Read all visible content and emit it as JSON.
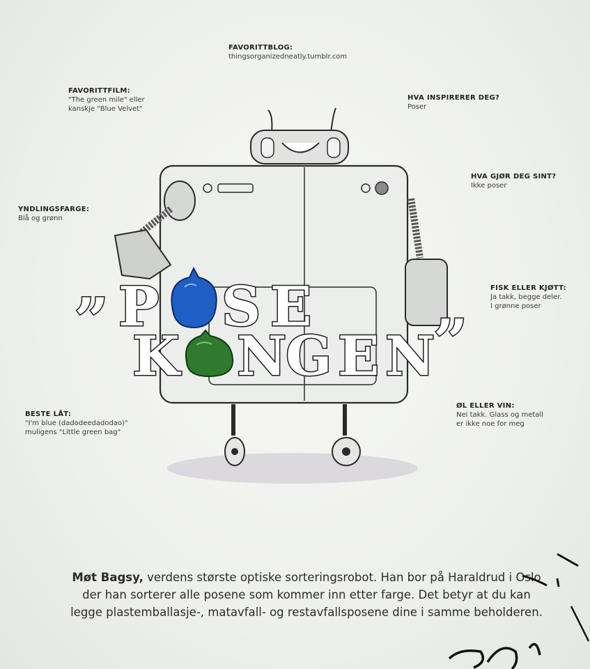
{
  "blog": {
    "question": "FAVORITTBLOG:",
    "answer": "thingsorganizedneatly.tumblr.com"
  },
  "film": {
    "question": "FAVORITTFILM:",
    "answer_line1": "\"The green mile\" eller",
    "answer_line2": "kanskje \"Blue Velvet\""
  },
  "inspire": {
    "question": "HVA INSPIRERER DEG?",
    "answer": "Poser"
  },
  "angry": {
    "question": "HVA GJØR DEG SINT?",
    "answer": "Ikke poser"
  },
  "color": {
    "question": "YNDLINGSFARGE:",
    "answer": "Blå og grønn"
  },
  "fish": {
    "question": "FISK ELLER KJØTT:",
    "answer_line1": "Ja takk, begge deler.",
    "answer_line2": "I grønne poser"
  },
  "song": {
    "question": "BESTE LÅT:",
    "answer_line1": "\"I'm blue (dadodeedadodao)\"",
    "answer_line2": "muligens \"Little green bag\""
  },
  "drink": {
    "question": "ØL ELLER VIN:",
    "answer_line1": "Nei takk. Glass og metall",
    "answer_line2": "er ikke noe for meg"
  },
  "title": {
    "open_quote": "„",
    "line1": [
      "P",
      "S",
      "E"
    ],
    "line2": [
      "K",
      "N",
      "G",
      "E",
      "N"
    ],
    "close_quote": "”"
  },
  "caption": {
    "bold": "Møt Bagsy,",
    "rest": " verdens største optiske sorteringsrobot. Han bor på Haraldrud i Oslo der han sorterer alle posene som kommer inn etter farge. Det betyr at du kan legge plastemballasje-, matavfall- og restavfallsposene dine i samme beholderen."
  },
  "colors": {
    "blue_bag": "#1f5fc4",
    "green_bag": "#2e7a2e",
    "ink": "#2a2a2a",
    "robot_gray": "#d9dbd9"
  }
}
